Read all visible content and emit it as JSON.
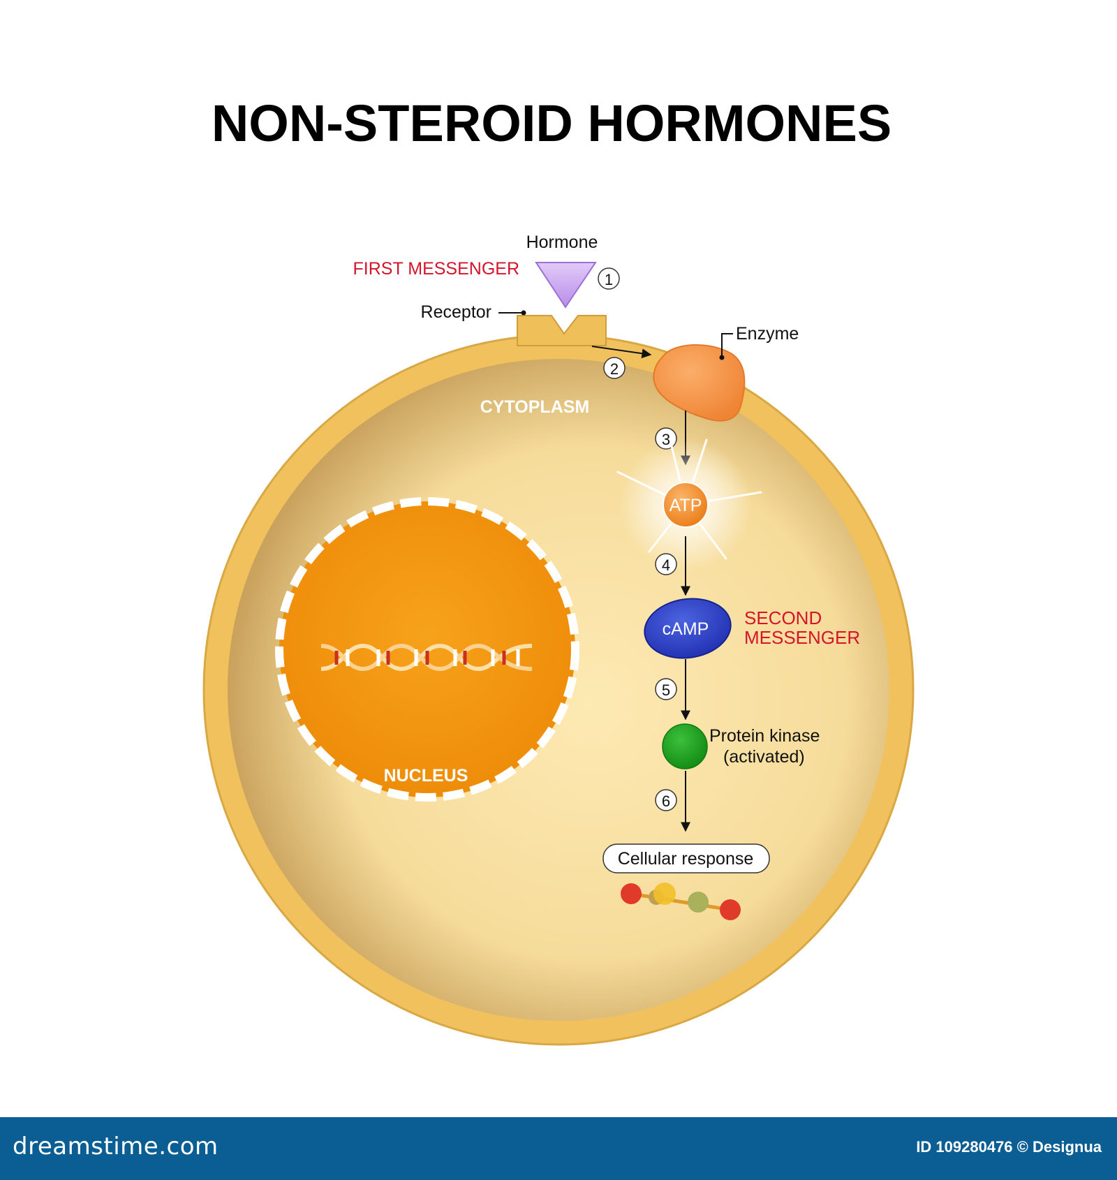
{
  "title": "NON-STEROID HORMONES",
  "labels": {
    "hormone": "Hormone",
    "first_messenger": "FIRST MESSENGER",
    "receptor": "Receptor",
    "enzyme": "Enzyme",
    "cytoplasm": "CYTOPLASM",
    "nucleus": "NUCLEUS",
    "atp": "ATP",
    "camp": "cAMP",
    "second_messenger_1": "SECOND",
    "second_messenger_2": "MESSENGER",
    "protein_kinase_1": "Protein kinase",
    "protein_kinase_2": "(activated)",
    "cellular_response": "Cellular response"
  },
  "steps": [
    "1",
    "2",
    "3",
    "4",
    "5",
    "6"
  ],
  "colors": {
    "membrane": "#f0c15d",
    "cytoplasm_light": "#fbe6ac",
    "cytoplasm_dark": "#c8a35c",
    "nucleus": "#f49a13",
    "hormone": "#c49ef0",
    "enzyme": "#f6903e",
    "atp": "#f7922a",
    "camp": "#2c3fc4",
    "protein_kinase": "#1e9a1e",
    "messenger_red": "#d4142b",
    "footer": "#0b5e93"
  },
  "footer": {
    "logo": "dreamstime.com",
    "id_text": "ID 109280476 © Designua"
  }
}
